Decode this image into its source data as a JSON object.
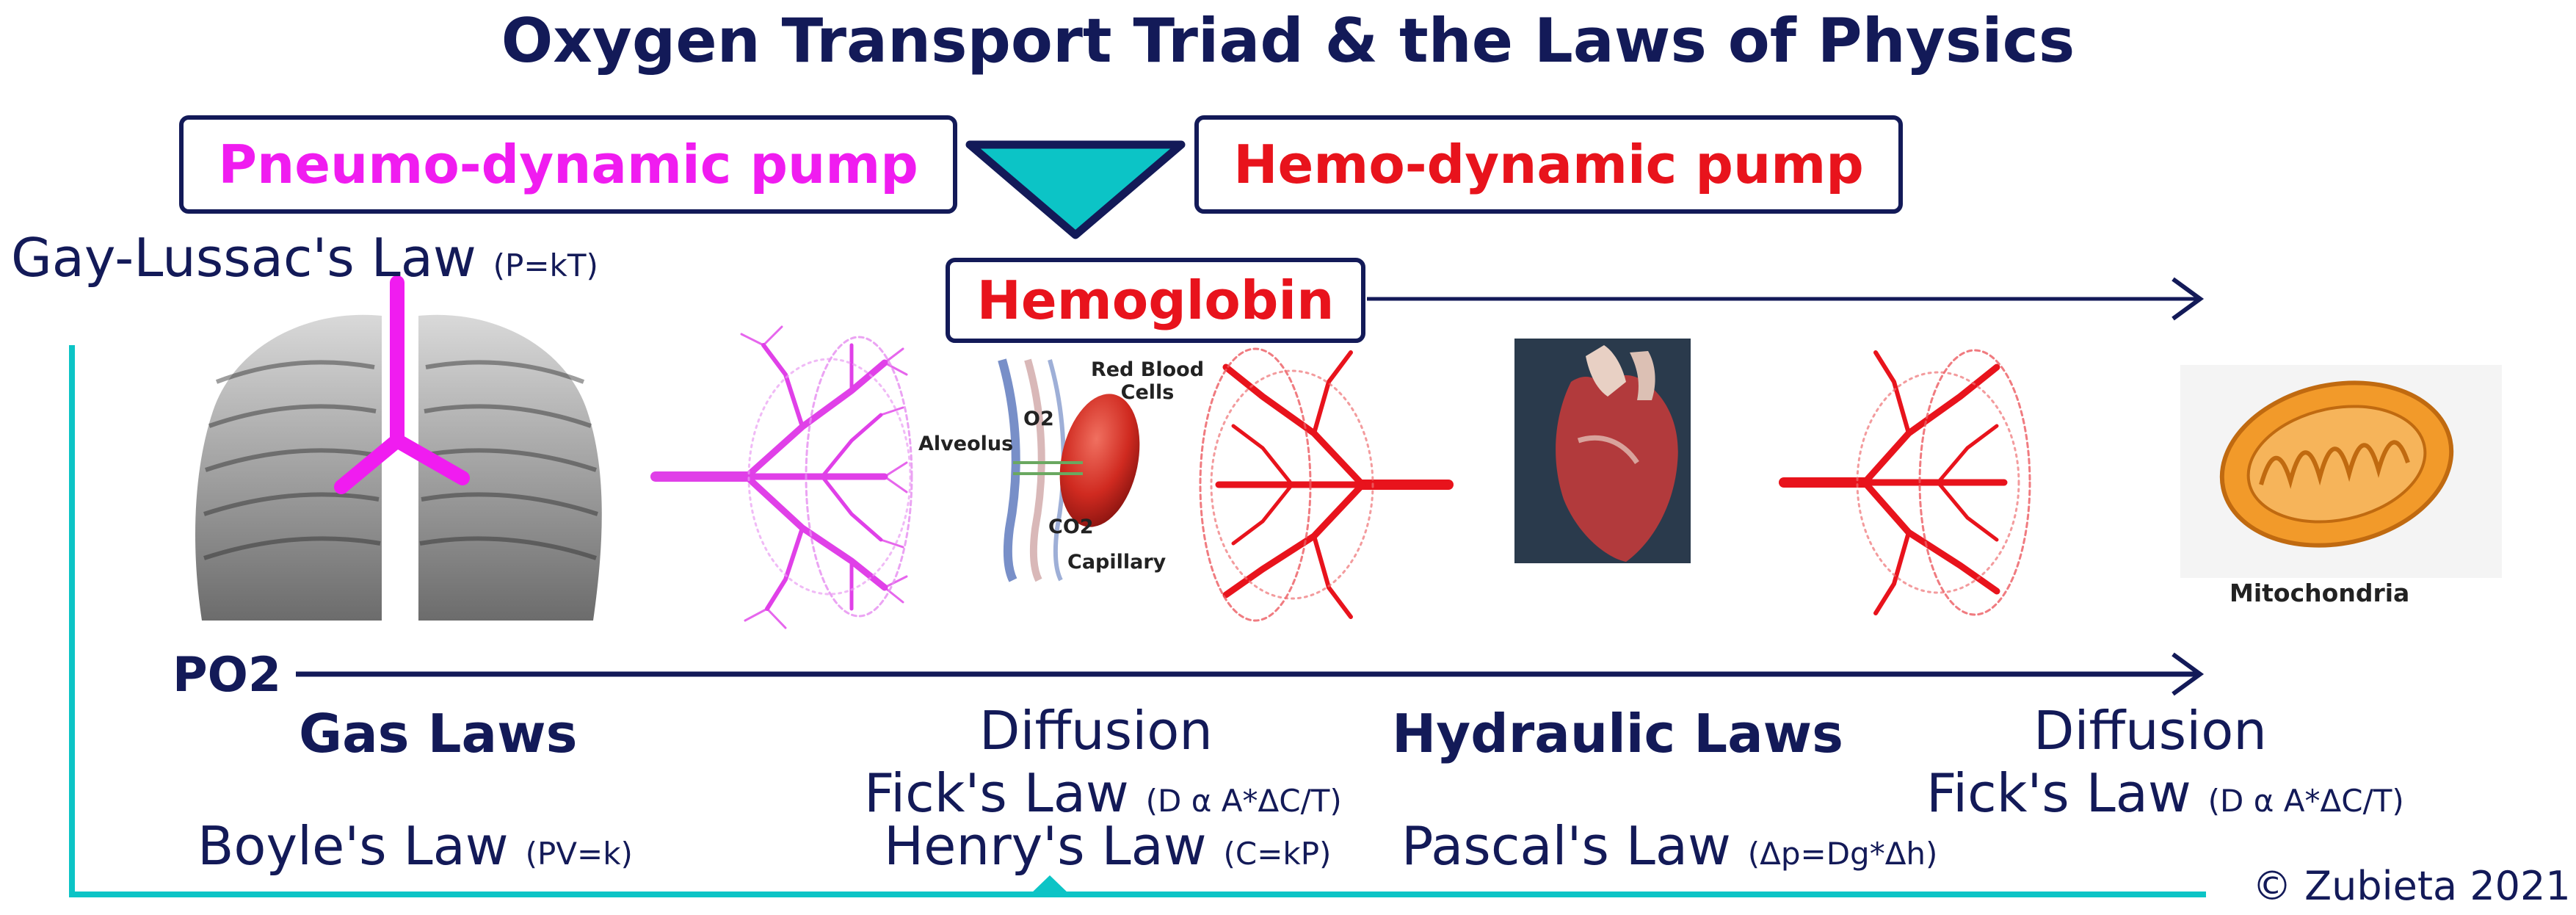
{
  "title": "Oxygen Transport Triad & the Laws of Physics",
  "pumps": {
    "pneumo": "Pneumo-dynamic pump",
    "hemo": "Hemo-dynamic pump",
    "hemoglobin": "Hemoglobin"
  },
  "gas_law_top": {
    "name": "Gay-Lussac's Law",
    "formula": "(P=kT)"
  },
  "po2_label": "PO2",
  "cell_labels": {
    "red_blood_cells": "Red Blood Cells",
    "o2": "O2",
    "alveolus": "Alveolus",
    "co2": "CO2",
    "capillary": "Capillary"
  },
  "mitochondria": "Mitochondria",
  "sections": {
    "gas_laws": "Gas Laws",
    "diffusion_left": "Diffusion",
    "hydraulic_laws": "Hydraulic Laws",
    "diffusion_right": "Diffusion"
  },
  "laws": {
    "fick_left": {
      "name": "Fick's Law",
      "formula": "(D α A*ΔC/T)"
    },
    "fick_right": {
      "name": "Fick's Law",
      "formula": "(D α A*ΔC/T)"
    },
    "boyle": {
      "name": "Boyle's Law",
      "formula": "(PV=k)"
    },
    "henry": {
      "name": "Henry's Law",
      "formula": "(C=kP)"
    },
    "pascal": {
      "name": "Pascal's Law",
      "formula": "(Δp=Dg*Δh)"
    }
  },
  "copyright": "© Zubieta 2021",
  "colors": {
    "navy": "#131a58",
    "magenta": "#f01cf0",
    "red": "#e8131c",
    "teal": "#0cc4c6"
  }
}
